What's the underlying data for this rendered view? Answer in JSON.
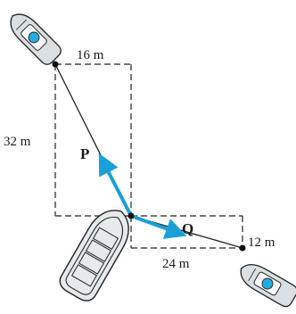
{
  "colors": {
    "background": "#ffffff",
    "ink": "#1a1a1a",
    "force_arrow": "#1a9fd8",
    "boat_fill": "#d9dfe3",
    "boat_dome": "#27a9e1",
    "dashed_lines": "#222222"
  },
  "labels": {
    "top_width": "16 m",
    "left_height": "32 m",
    "bottom_width": "24 m",
    "right_height": "12 m",
    "force_p": "P",
    "force_q": "Q"
  },
  "icons": {
    "tug_top": "tugboat-icon",
    "tug_bottom_right": "tugboat-icon",
    "barge": "barge-icon",
    "anchor_point": "dot-icon"
  }
}
